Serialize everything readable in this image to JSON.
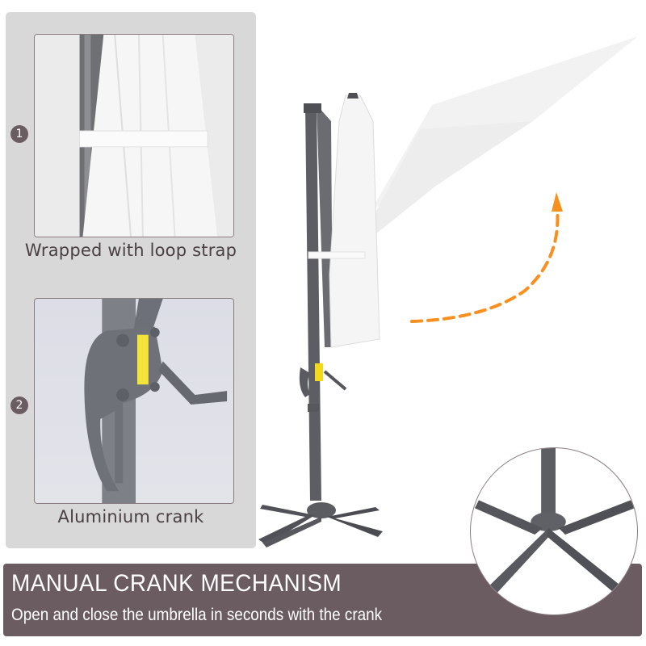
{
  "features": [
    {
      "number": "1",
      "caption": "Wrapped with loop strap",
      "image": "umbrella-wrapped-with-strap"
    },
    {
      "number": "2",
      "caption": "Aluminium crank",
      "image": "aluminium-crank-closeup"
    }
  ],
  "main_image": "cantilever-umbrella-tilting",
  "detail_image": "cross-base-closeup",
  "arrow": {
    "style": "dashed-curved",
    "color": "#f7901e"
  },
  "banner": {
    "title": "MANUAL CRANK MECHANISM",
    "subtitle": "Open and close the umbrella in seconds with the crank"
  },
  "colors": {
    "panel_bg": "#d8d8d8",
    "accent": "#6b5c62",
    "caption_text": "#4a3f43",
    "arrow": "#f7901e",
    "frame": "#5a5c60"
  }
}
